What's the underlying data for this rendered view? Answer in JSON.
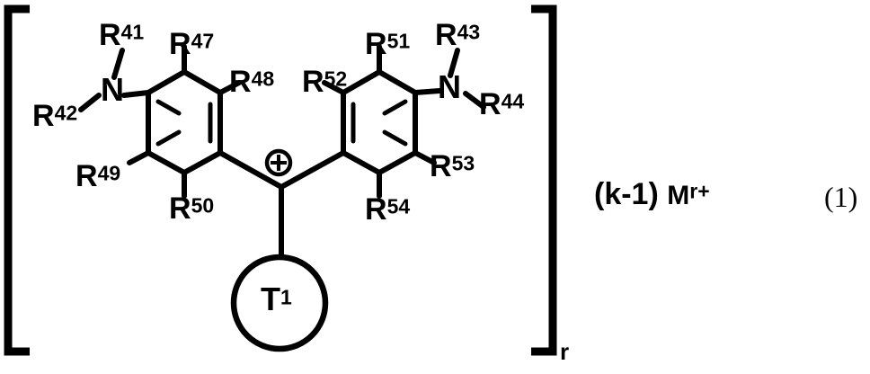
{
  "figure": {
    "kind": "chemical-structure",
    "equation_number": "(1)",
    "bracket_subscript": "r",
    "counterion": {
      "coefficient": "(k-1)",
      "symbol": "M",
      "charge": "r+"
    },
    "central_charge_symbol": "⊕",
    "core_group": {
      "base": "T",
      "sup": "1"
    },
    "atoms": [
      {
        "id": "N-left",
        "label": "N"
      },
      {
        "id": "N-right",
        "label": "N"
      }
    ],
    "substituents": [
      {
        "id": "R41",
        "base": "R",
        "sup": "41"
      },
      {
        "id": "R42",
        "base": "R",
        "sup": "42"
      },
      {
        "id": "R43",
        "base": "R",
        "sup": "43"
      },
      {
        "id": "R44",
        "base": "R",
        "sup": "44"
      },
      {
        "id": "R47",
        "base": "R",
        "sup": "47"
      },
      {
        "id": "R48",
        "base": "R",
        "sup": "48"
      },
      {
        "id": "R49",
        "base": "R",
        "sup": "49"
      },
      {
        "id": "R50",
        "base": "R",
        "sup": "50"
      },
      {
        "id": "R51",
        "base": "R",
        "sup": "51"
      },
      {
        "id": "R52",
        "base": "R",
        "sup": "52"
      },
      {
        "id": "R53",
        "base": "R",
        "sup": "53"
      },
      {
        "id": "R54",
        "base": "R",
        "sup": "54"
      }
    ],
    "colors": {
      "stroke": "#000000",
      "background": "#ffffff"
    }
  }
}
